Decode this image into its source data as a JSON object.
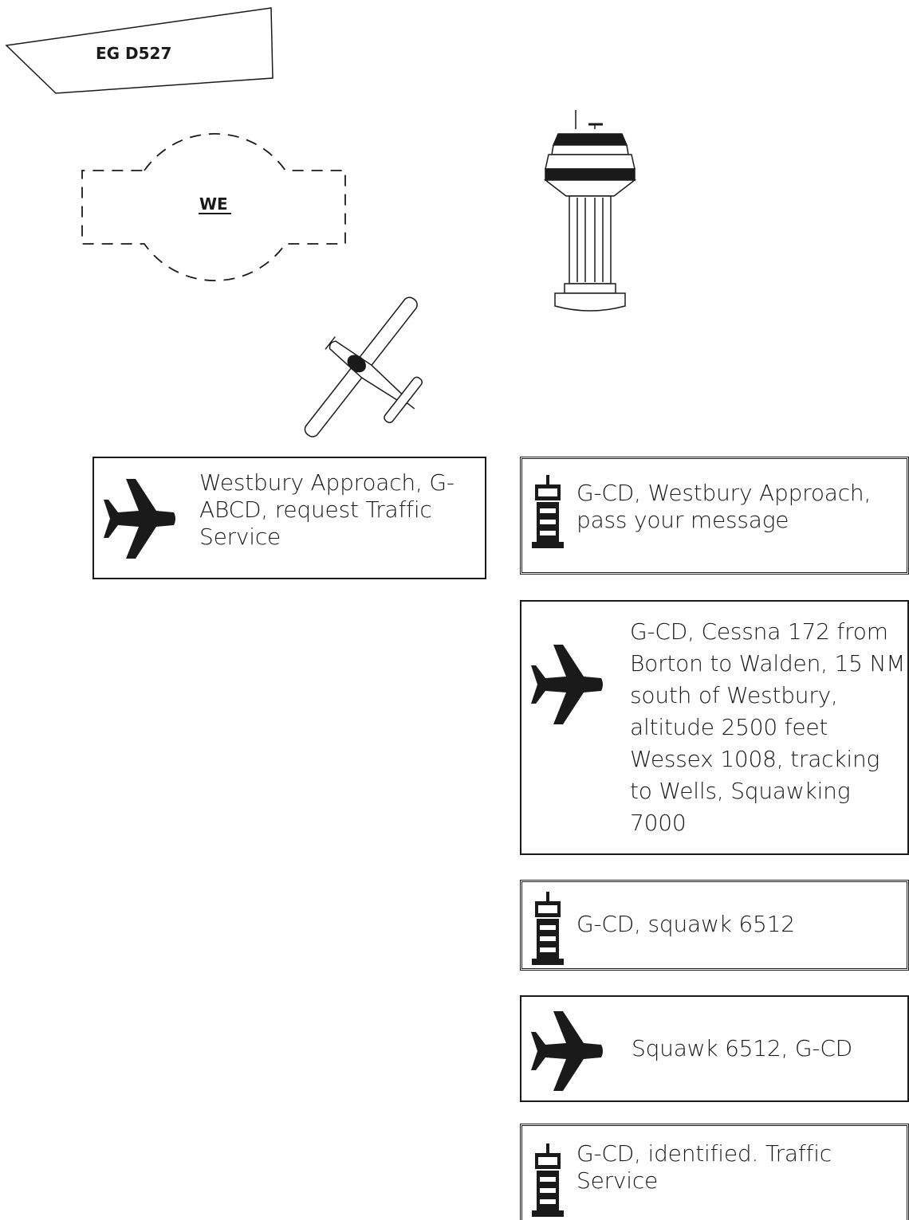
{
  "airspace": {
    "restricted_area_label": "EG D527",
    "atz_label": "WE"
  },
  "conversation": [
    {
      "speaker": "pilot",
      "text": "Westbury Approach, G-ABCD, request Traffic Service"
    },
    {
      "speaker": "atc",
      "text": "G-CD, Westbury Approach, pass your message"
    },
    {
      "speaker": "pilot",
      "text": "G-CD, Cessna 172 from Borton to Walden, 15 NM south of Westbury, altitude 2500 feet Wessex 1008, tracking to Wells, Squawking 7000"
    },
    {
      "speaker": "atc",
      "text": "G-CD, squawk 6512"
    },
    {
      "speaker": "pilot",
      "text": "Squawk 6512, G-CD"
    },
    {
      "speaker": "atc",
      "text": "G-CD, identified. Traffic Service"
    }
  ],
  "icons": {
    "pilot": "airliner-silhouette-icon",
    "atc": "control-tower-icon",
    "aircraft": "light-aircraft-icon",
    "tower": "control-tower-drawing"
  }
}
